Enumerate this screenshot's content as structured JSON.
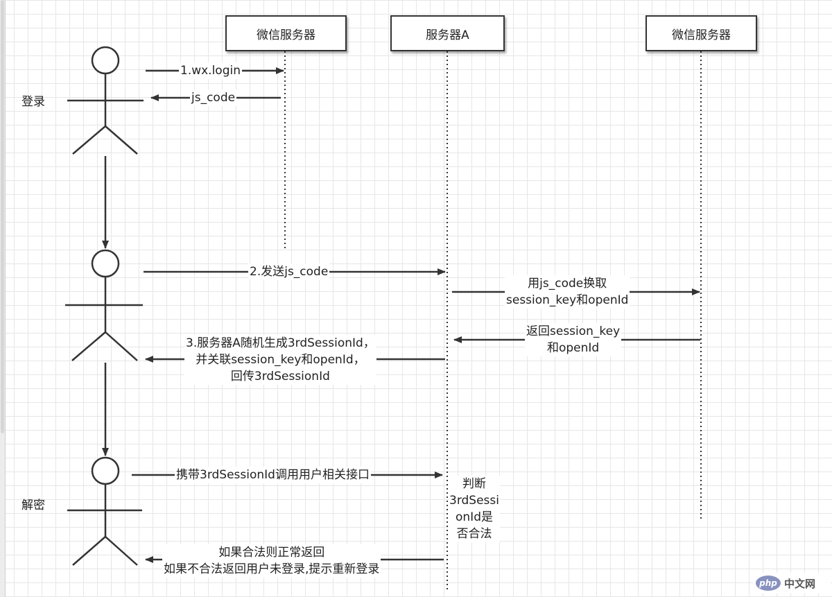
{
  "participants": {
    "wechat_server_1": "微信服务器",
    "server_a": "服务器A",
    "wechat_server_2": "微信服务器"
  },
  "phases": {
    "login": "登录",
    "decrypt": "解密"
  },
  "messages": {
    "m1": "1.wx.login",
    "m2": "js_code",
    "m3": "2.发送js_code",
    "m4": "用js_code换取\nsession_key和openId",
    "m5": "返回session_key\n和openId",
    "m6": "3.服务器A随机生成3rdSessionId，\n并关联session_key和openId，\n回传3rdSessionId",
    "m7": "携带3rdSessionId调用用户相关接口",
    "m8": "判断\n3rdSessi\nonId是\n否合法",
    "m9": "如果合法则正常返回\n如果不合法返回用户未登录,提示重新登录"
  },
  "watermark": {
    "logo": "php",
    "site": "中文网"
  },
  "colors": {
    "line": "#333333",
    "grid": "#e6e6e6"
  }
}
